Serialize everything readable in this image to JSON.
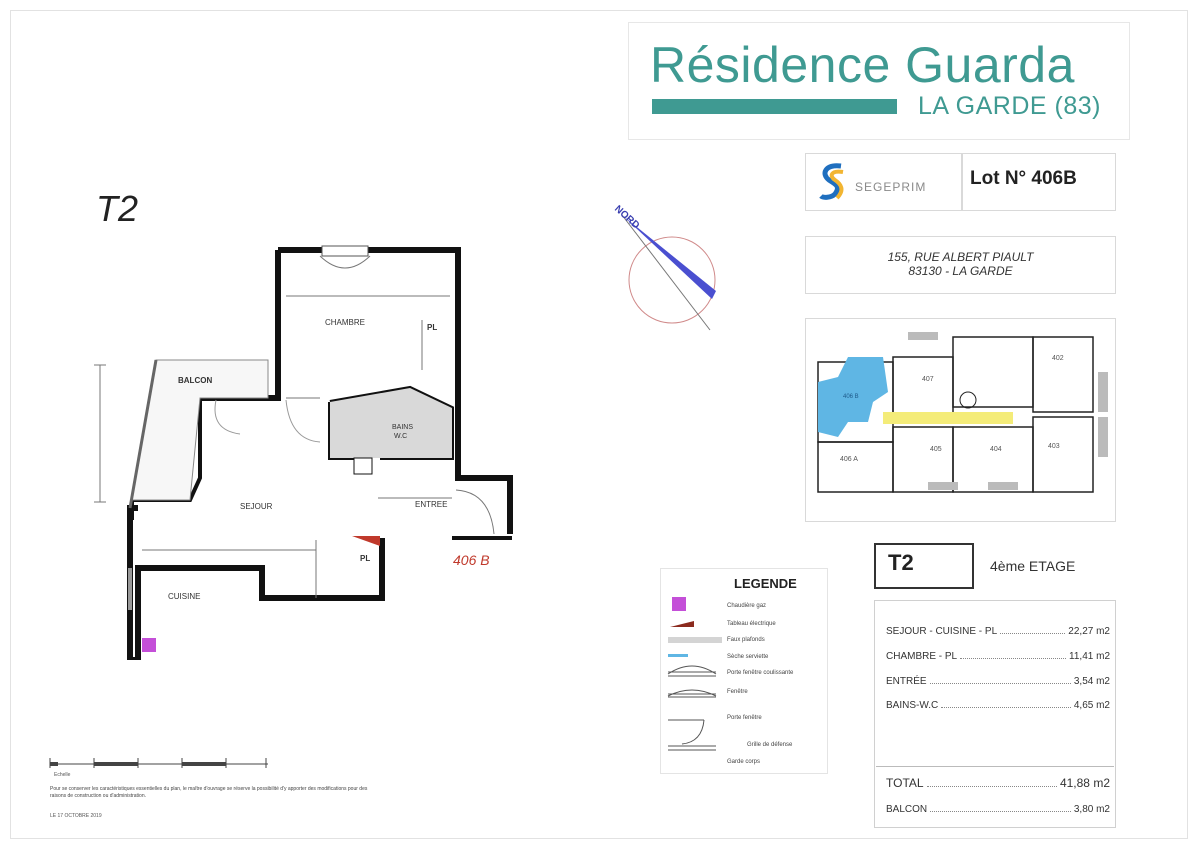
{
  "brand": {
    "title": "Résidence Guarda",
    "subtitle": "LA GARDE (83)"
  },
  "developer": {
    "name": "SEGEPRIM"
  },
  "lot": {
    "label": "Lot  N° 406B"
  },
  "address": {
    "line1": "155, RUE ALBERT PIAULT",
    "line2": "83130 - LA GARDE"
  },
  "compass": {
    "label": "NORD"
  },
  "plan": {
    "type_title": "T2",
    "lot_number": "406 B",
    "rooms": {
      "chambre": "CHAMBRE",
      "balcon": "BALCON",
      "sejour": "SEJOUR",
      "cuisine": "CUISINE",
      "bains": "BAINS",
      "wc": "W.C",
      "entree": "ENTREE",
      "pl1": "PL",
      "pl2": "PL"
    }
  },
  "floorplan": {
    "units": [
      "407",
      "402",
      "406 B",
      "406 A",
      "405",
      "404",
      "403"
    ]
  },
  "legend": {
    "title": "LEGENDE",
    "items": [
      "Chaudière gaz",
      "Tableau électrique",
      "Faux plafonds",
      "Sèche serviette",
      "Porte fenêtre coulissante",
      "Fenêtre",
      "Porte fenêtre",
      "Grille de défense",
      "Garde corps"
    ]
  },
  "summary": {
    "type": "T2",
    "floor": "4ème ETAGE",
    "areas": [
      {
        "label": "SEJOUR - CUISINE - PL",
        "value": "22,27 m2"
      },
      {
        "label": "CHAMBRE - PL",
        "value": "11,41 m2"
      },
      {
        "label": "ENTRÉE",
        "value": "3,54 m2"
      },
      {
        "label": "BAINS-W.C",
        "value": "4,65 m2"
      }
    ],
    "total": {
      "label": "TOTAL",
      "value": "41,88 m2"
    },
    "balcon": {
      "label": "BALCON",
      "value": "3,80 m2"
    }
  },
  "scale": {
    "label": "Echelle"
  },
  "notes": {
    "text": "Pour se conserver les caractéristiques essentielles du plan, le maître d'ouvrage se réserve la possibilité d'y apporter des modifications pour des raisons de construction ou d'administration.",
    "date": "LE 17 OCTOBRE 2019"
  },
  "colors": {
    "brand": "#3f9a92",
    "lot_red": "#c0392b",
    "boiler": "#c44fd8"
  }
}
